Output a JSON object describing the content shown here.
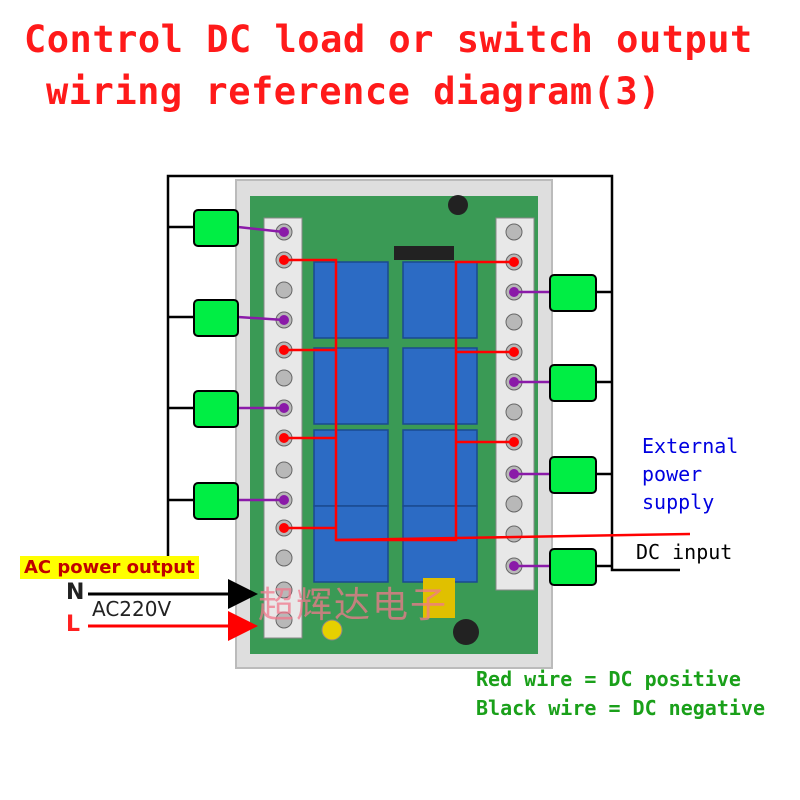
{
  "title": {
    "line1": "Control DC load or switch output",
    "line2": "wiring reference diagram(3)"
  },
  "ac_power_output_label": "AC power output",
  "n_label": "N",
  "l_label": "L",
  "ac_voltage_label": "AC220V",
  "external_supply_label": "External\npower\nsupply",
  "dc_input_label": "DC input",
  "legend": {
    "red": "Red wire = DC positive",
    "black": "Black wire = DC negative"
  },
  "watermark_text": "超辉达电子",
  "colors": {
    "title": "#ff1a1a",
    "load_box": "#00ee44",
    "positive_wire": "#ff0000",
    "negative_wire": "#000000",
    "legend_text": "#1aa01a",
    "external_text": "#0000e0"
  }
}
